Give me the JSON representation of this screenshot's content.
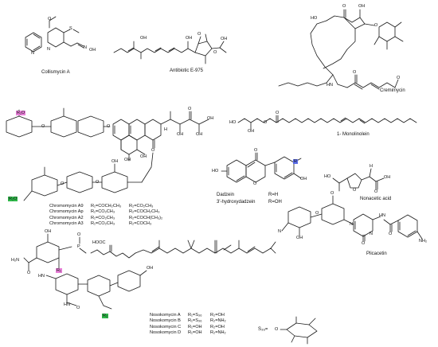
{
  "colors": {
    "stroke": "#1a1a1a",
    "highlight_pink": "#e87fd8",
    "highlight_green": "#2fb84a",
    "highlight_blue": "#5b6de8"
  },
  "compounds": {
    "collismycin_a": "Collismycin A",
    "antibiotic_e975": "Antibiotic E-975",
    "cremimycin": "Cremimycin",
    "monolinolein": "1- Monolinolein",
    "dadzein": "Dadzein",
    "hydroxydadzein": "3'-hydroxydadzein",
    "nonacetic_acid": "Nonacetic acid",
    "plicacetin": "Plicacetin"
  },
  "daidzein_r": {
    "dadzein": "R=H",
    "hydroxydadzein": "R=OH"
  },
  "chromomycin": {
    "names": [
      "Chromomycin A9",
      "Chromomycin Ap",
      "Chromomycin A2",
      "Chromomycin A3"
    ],
    "r1": [
      "R₁=COCH₂CH₃",
      "R₁=CO₂CH₃",
      "R₁=CO₂CH₃",
      "R₁=CO₂CH₃"
    ],
    "r2": [
      "R₂=CO₂CH₃",
      "R₂=COCH₂CH₃",
      "R₂=COCH(CH₃)₂",
      "R₂=COCH₃"
    ]
  },
  "nosokomycin": {
    "names": [
      "Nosokomycin A",
      "Nosokomycin B",
      "Nosokomycin C",
      "Nosokomycin D"
    ],
    "r1": [
      "R₁=S₃₆",
      "R₁=S₃₆",
      "R₁=OH",
      "R₁=OH"
    ],
    "r2": [
      "R₂=OH",
      "R₂=NH₂",
      "R₂=OH",
      "R₂=NH₂"
    ]
  },
  "s36_label": "S₃₆=",
  "atoms": {
    "o": "O",
    "oh": "OH",
    "ho": "HO",
    "s": "S",
    "n": "N",
    "nh": "HN",
    "nh2": "NH₂",
    "h2n": "H₂N",
    "h": "H",
    "p": "P",
    "hooc": "HOOC",
    "r": "R",
    "r1o": "R₁O",
    "r2o": "R₂O",
    "r1": "R₁",
    "r2": "R₂",
    "n_oh": "N",
    "noh_oh": "OH"
  }
}
